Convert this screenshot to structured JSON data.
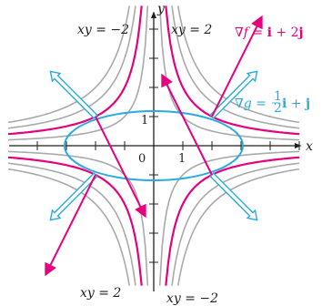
{
  "colors": {
    "hyperbola_gray": "#a7a9ac",
    "hyperbola_magenta": "#e6007e",
    "ellipse": "#29abe2",
    "axis": "#231f20",
    "grad_f": "#e6007e",
    "grad_g": "#29abe2"
  },
  "axes": {
    "x_label": "x",
    "y_label": "y",
    "origin_label": "0",
    "x_tick_label": "1",
    "y_tick_label": "1"
  },
  "level_labels": {
    "top_left": "xy = −2",
    "top_right": "xy = 2",
    "bottom_left": "xy = 2",
    "bottom_right": "xy = −2"
  },
  "gradients": {
    "f": {
      "lead": "∇",
      "name": "f",
      "eq": " = ",
      "i": "i",
      "plus": " + 2",
      "j": "j"
    },
    "g": {
      "lead": "∇",
      "name": "g",
      "eq": " = ",
      "num": "1",
      "den": "2",
      "i": "i",
      "plus": " + ",
      "j": "j"
    }
  }
}
